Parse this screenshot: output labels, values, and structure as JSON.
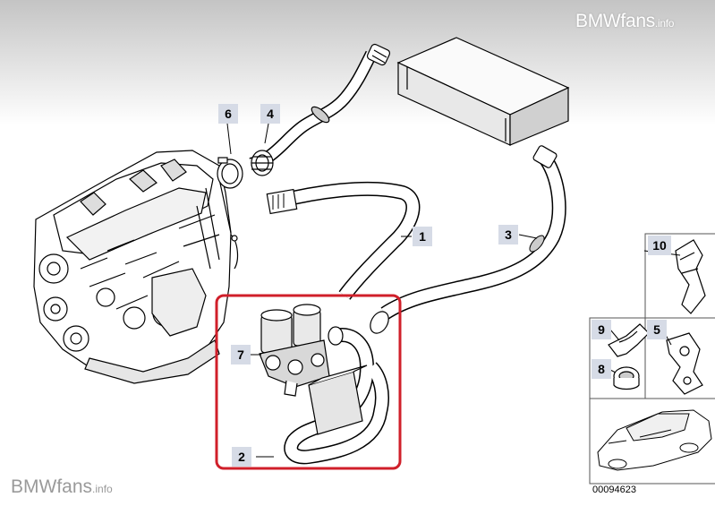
{
  "watermark_top": {
    "brand": "BMWfans",
    "suffix": ".info"
  },
  "watermark_bottom": {
    "brand": "BMWfans",
    "suffix": ".info"
  },
  "catalog_number": "00094623",
  "part_labels": [
    "1",
    "2",
    "3",
    "4",
    "5",
    "6",
    "7",
    "8",
    "9",
    "10"
  ],
  "highlight_color": "#d01f2a"
}
